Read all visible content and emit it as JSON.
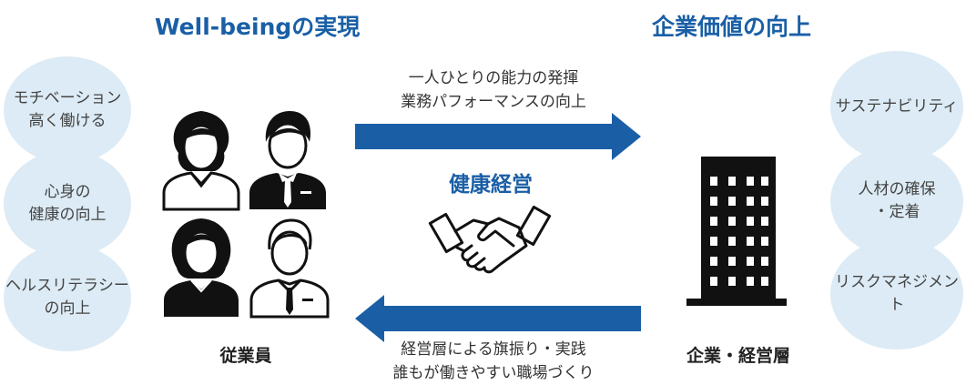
{
  "left_section": {
    "heading": "Well-beingの実現",
    "bubbles": [
      {
        "text": "モチベーション\n高く働ける"
      },
      {
        "text": "心身の\n健康の向上"
      },
      {
        "text": "ヘルスリテラシー\nの向上"
      }
    ],
    "people_label": "従業員"
  },
  "right_section": {
    "heading": "企業価値の向上",
    "bubbles": [
      {
        "text": "サステナビリティ"
      },
      {
        "text": "人材の確保\n・定着"
      },
      {
        "text": "リスクマネジメント"
      }
    ],
    "building_label": "企業・経営層"
  },
  "center": {
    "top_caption": "一人ひとりの能力の発揮\n業務パフォーマンスの向上",
    "title": "健康経営",
    "bottom_caption": "経営層による旗振り・実践\n誰もが働きやすい職場づくり"
  },
  "colors": {
    "accent": "#1a5fa6",
    "bubble_fill": "#dcebf5",
    "icon_black": "#111111"
  },
  "icons": [
    "woman-icon",
    "businessman-icon",
    "woman-dark-icon",
    "businessman-light-icon",
    "office-building-icon",
    "handshake-icon",
    "right-arrow-icon",
    "left-arrow-icon"
  ]
}
